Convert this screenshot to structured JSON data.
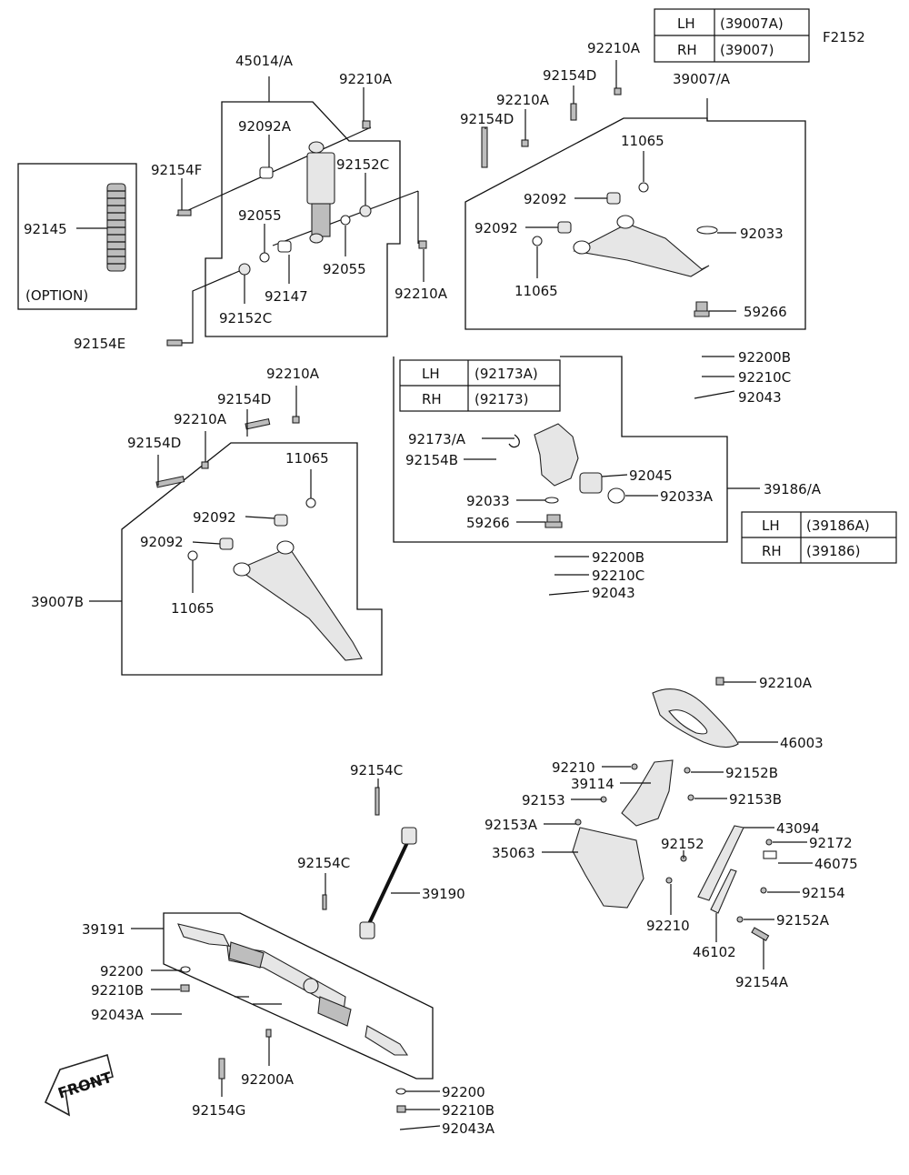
{
  "figure_code": "F2152",
  "tables": {
    "lower_arm": {
      "rows": [
        [
          "LH",
          "(39007A)"
        ],
        [
          "RH",
          "(39007)"
        ]
      ]
    },
    "spindle": {
      "rows": [
        [
          "LH",
          "(92173A)"
        ],
        [
          "RH",
          "(92173)"
        ]
      ]
    },
    "knuckle": {
      "rows": [
        [
          "LH",
          "(39186A)"
        ],
        [
          "RH",
          "(39186)"
        ]
      ]
    }
  },
  "option_label": "(OPTION)",
  "front_label": "FRONT",
  "callouts": [
    "45014/A",
    "92210A",
    "92092A",
    "92154F",
    "92152C",
    "92055",
    "92147",
    "92055",
    "92152C",
    "92210A",
    "92154E",
    "92145",
    "92210A",
    "92154D",
    "92210A",
    "92154D",
    "39007/A",
    "11065",
    "92092",
    "92092",
    "92033",
    "11065",
    "59266",
    "92200B",
    "92210C",
    "92043",
    "92210A",
    "92154D",
    "92210A",
    "92154D",
    "11065",
    "92092",
    "92092",
    "11065",
    "39007B",
    "92173/A",
    "92154B",
    "92045",
    "92033",
    "92033A",
    "59266",
    "39186/A",
    "92200B",
    "92210C",
    "92043",
    "92210A",
    "46003",
    "92210",
    "92152B",
    "39114",
    "92153",
    "92153B",
    "92153A",
    "43094",
    "92172",
    "35063",
    "92152",
    "46075",
    "92154",
    "92210",
    "92152A",
    "46102",
    "92154A",
    "92154C",
    "92154C",
    "39190",
    "39191",
    "92200",
    "92210B",
    "92043A",
    "92200A",
    "92154G",
    "92200",
    "92210B",
    "92043A"
  ]
}
